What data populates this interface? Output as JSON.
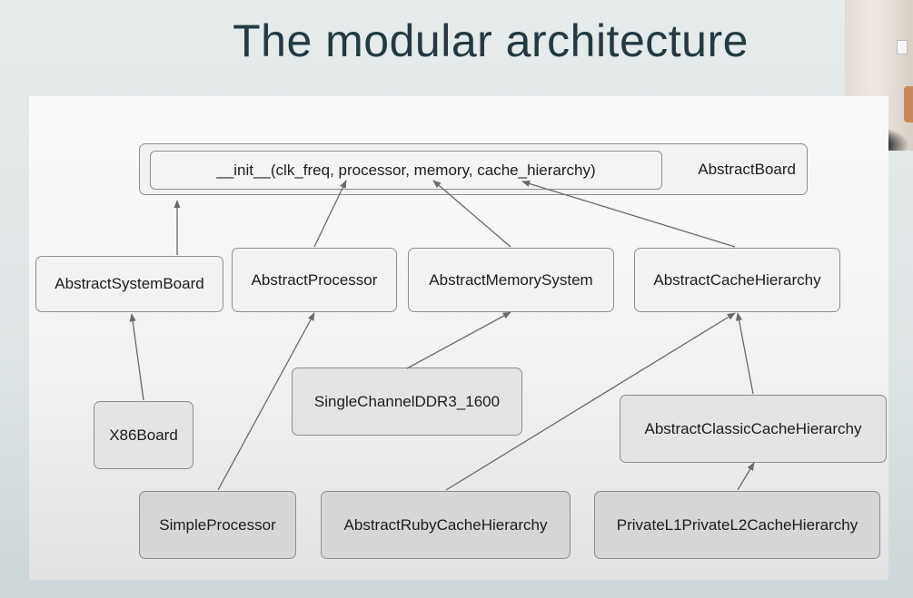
{
  "slide": {
    "title": "The modular architecture"
  },
  "diagram": {
    "board_label": "AbstractBoard",
    "init_signature": "__init__(clk_freq, processor, memory, cache_hierarchy)",
    "nodes": {
      "abstract_system_board": "AbstractSystemBoard",
      "abstract_processor": "AbstractProcessor",
      "abstract_memory_system": "AbstractMemorySystem",
      "abstract_cache_hierarchy": "AbstractCacheHierarchy",
      "x86_board": "X86Board",
      "single_channel_ddr3": "SingleChannelDDR3_1600",
      "abstract_classic_cache_hierarchy": "AbstractClassicCacheHierarchy",
      "simple_processor": "SimpleProcessor",
      "abstract_ruby_cache_hierarchy": "AbstractRubyCacheHierarchy",
      "private_l1_private_l2": "PrivateL1PrivateL2CacheHierarchy"
    }
  },
  "colors": {
    "title_text": "#243a42",
    "box_border": "#8e8e8e",
    "arrow": "#6a6a6a"
  }
}
